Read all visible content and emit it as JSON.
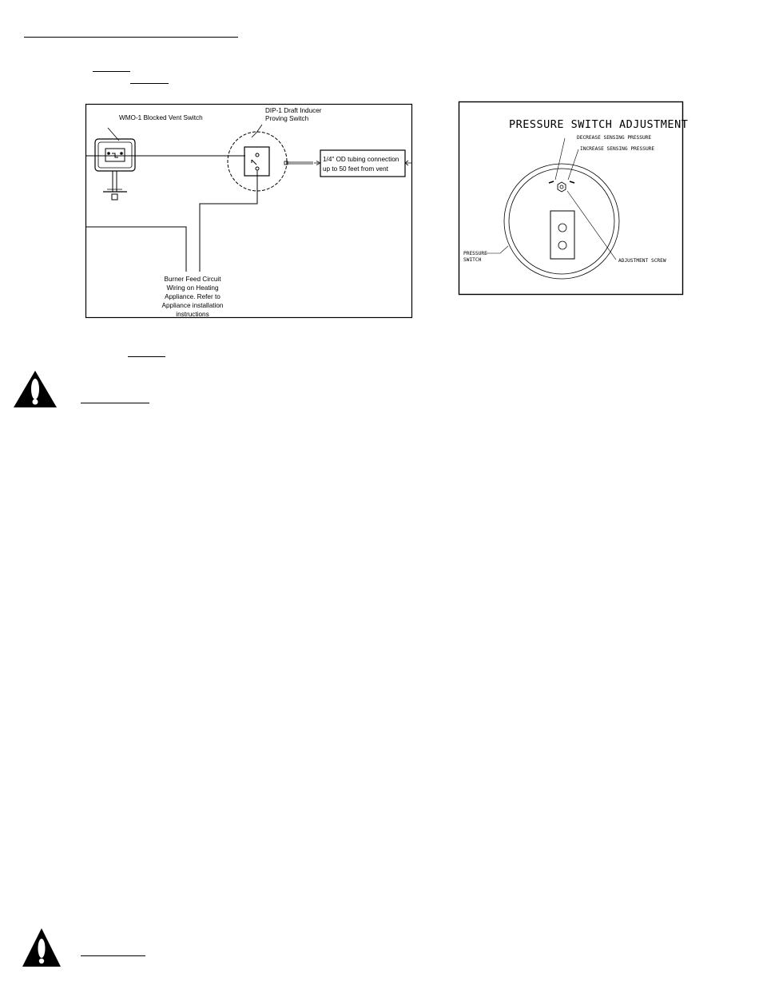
{
  "wiring_diagram": {
    "labels": {
      "wmo": "WMO-1 Blocked Vent Switch",
      "dip_line1": "DIP-1 Draft Inducer",
      "dip_line2": "Proving Switch",
      "tubing_line1": "1/4\" OD tubing connection",
      "tubing_line2": "up to 50 feet from vent",
      "burner_line1": "Burner Feed Circuit",
      "burner_line2": "Wiring on Heating",
      "burner_line3": "Appliance. Refer to",
      "burner_line4": "Appliance installation",
      "burner_line5": "instructions"
    }
  },
  "adjustment_diagram": {
    "title": "PRESSURE SWITCH ADJUSTMENT",
    "labels": {
      "decrease": "DECREASE SENSING PRESSURE",
      "increase": "INCREASE SENSING PRESSURE",
      "pressure_line1": "PRESSURE",
      "pressure_line2": "SWITCH",
      "screw": "ADJUSTMENT SCREW"
    }
  },
  "icons": [
    "warning-icon",
    "warning-icon"
  ]
}
